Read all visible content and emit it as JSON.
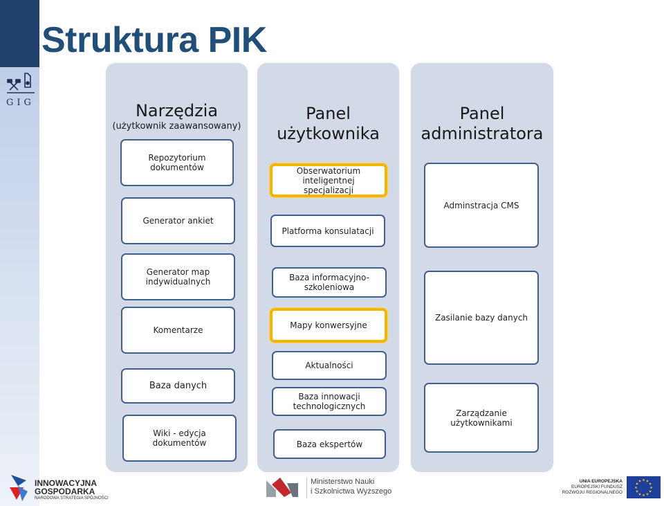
{
  "page": {
    "title": "Struktura PIK"
  },
  "sidebar": {
    "logo_text": "GIG"
  },
  "columns": [
    {
      "title_lines": [
        "Narzędzia"
      ],
      "subtitle": "(użytkownik zaawansowany)",
      "items": [
        "Repozytorium dokumentów",
        "Generator ankiet",
        "Generator map indywidualnych",
        "Komentarze",
        "Baza danych",
        "Wiki - edycja dokumentów"
      ]
    },
    {
      "title_lines": [
        "Panel",
        "użytkownika"
      ],
      "items": [
        "Obserwatorium inteligentnej specjalizacji",
        "Platforma konsulatacji",
        "Baza informacyjno-szkoleniowa",
        "Mapy konwersyjne",
        "Aktualności",
        "Baza innowacji technologicznych",
        "Baza ekspertów"
      ]
    },
    {
      "title_lines": [
        "Panel",
        "administratora"
      ],
      "items": [
        "Adminstracja CMS",
        "Zasilanie bazy danych",
        "Zarządzanie użytkownikami"
      ]
    }
  ],
  "footer": {
    "ig_line1": "INNOWACYJNA",
    "ig_line2": "GOSPODARKA",
    "ig_line3": "NARODOWA STRATEGIA SPÓJNOŚCI",
    "ministry_line1": "Ministerstwo Nauki",
    "ministry_line2": "i Szkolnictwa Wyższego",
    "eu_line1": "UNIA EUROPEJSKA",
    "eu_line2": "EUROPEJSKI FUNDUSZ",
    "eu_line3": "ROZWOJU REGIONALNEGO"
  },
  "colors": {
    "title": "#1f4e79",
    "box_border": "#3e5f8f",
    "highlight": "#f2b600",
    "column_bg": "#d2d9e7"
  }
}
